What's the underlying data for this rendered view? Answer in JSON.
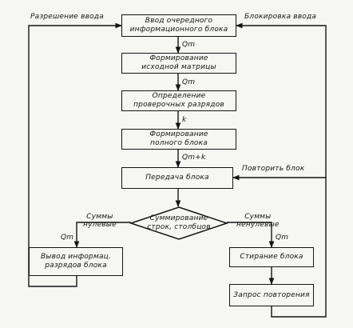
{
  "side_labels": {
    "input_enable": "Разрешение ввода",
    "input_block": "Блокировка ввода",
    "repeat_block": "Повторить блок"
  },
  "blocks": {
    "input_block": "Ввод очередного\nинформационного блока",
    "form_matrix": "Формирование\nисходной матрицы",
    "check_bits": "Определение\nпроверочных разрядов",
    "full_block": "Формирование\nполного блока",
    "transmit": "Передача блока",
    "output_bits": "Вывод информац.\nразрядов блока",
    "erase": "Стирание блока",
    "repeat_request": "Запрос повторения"
  },
  "decision": {
    "sum": "Суммирование\nстрок, столбцов"
  },
  "flow_labels": {
    "qm_1": "Qm",
    "qm_2": "Qm",
    "k": "k",
    "qmk": "Qm+k",
    "qm_left": "Qm",
    "qm_right": "Qm"
  },
  "branch_labels": {
    "sums_zero": "Суммы\nнулевые",
    "sums_nonzero": "Суммы\nненулевые"
  }
}
